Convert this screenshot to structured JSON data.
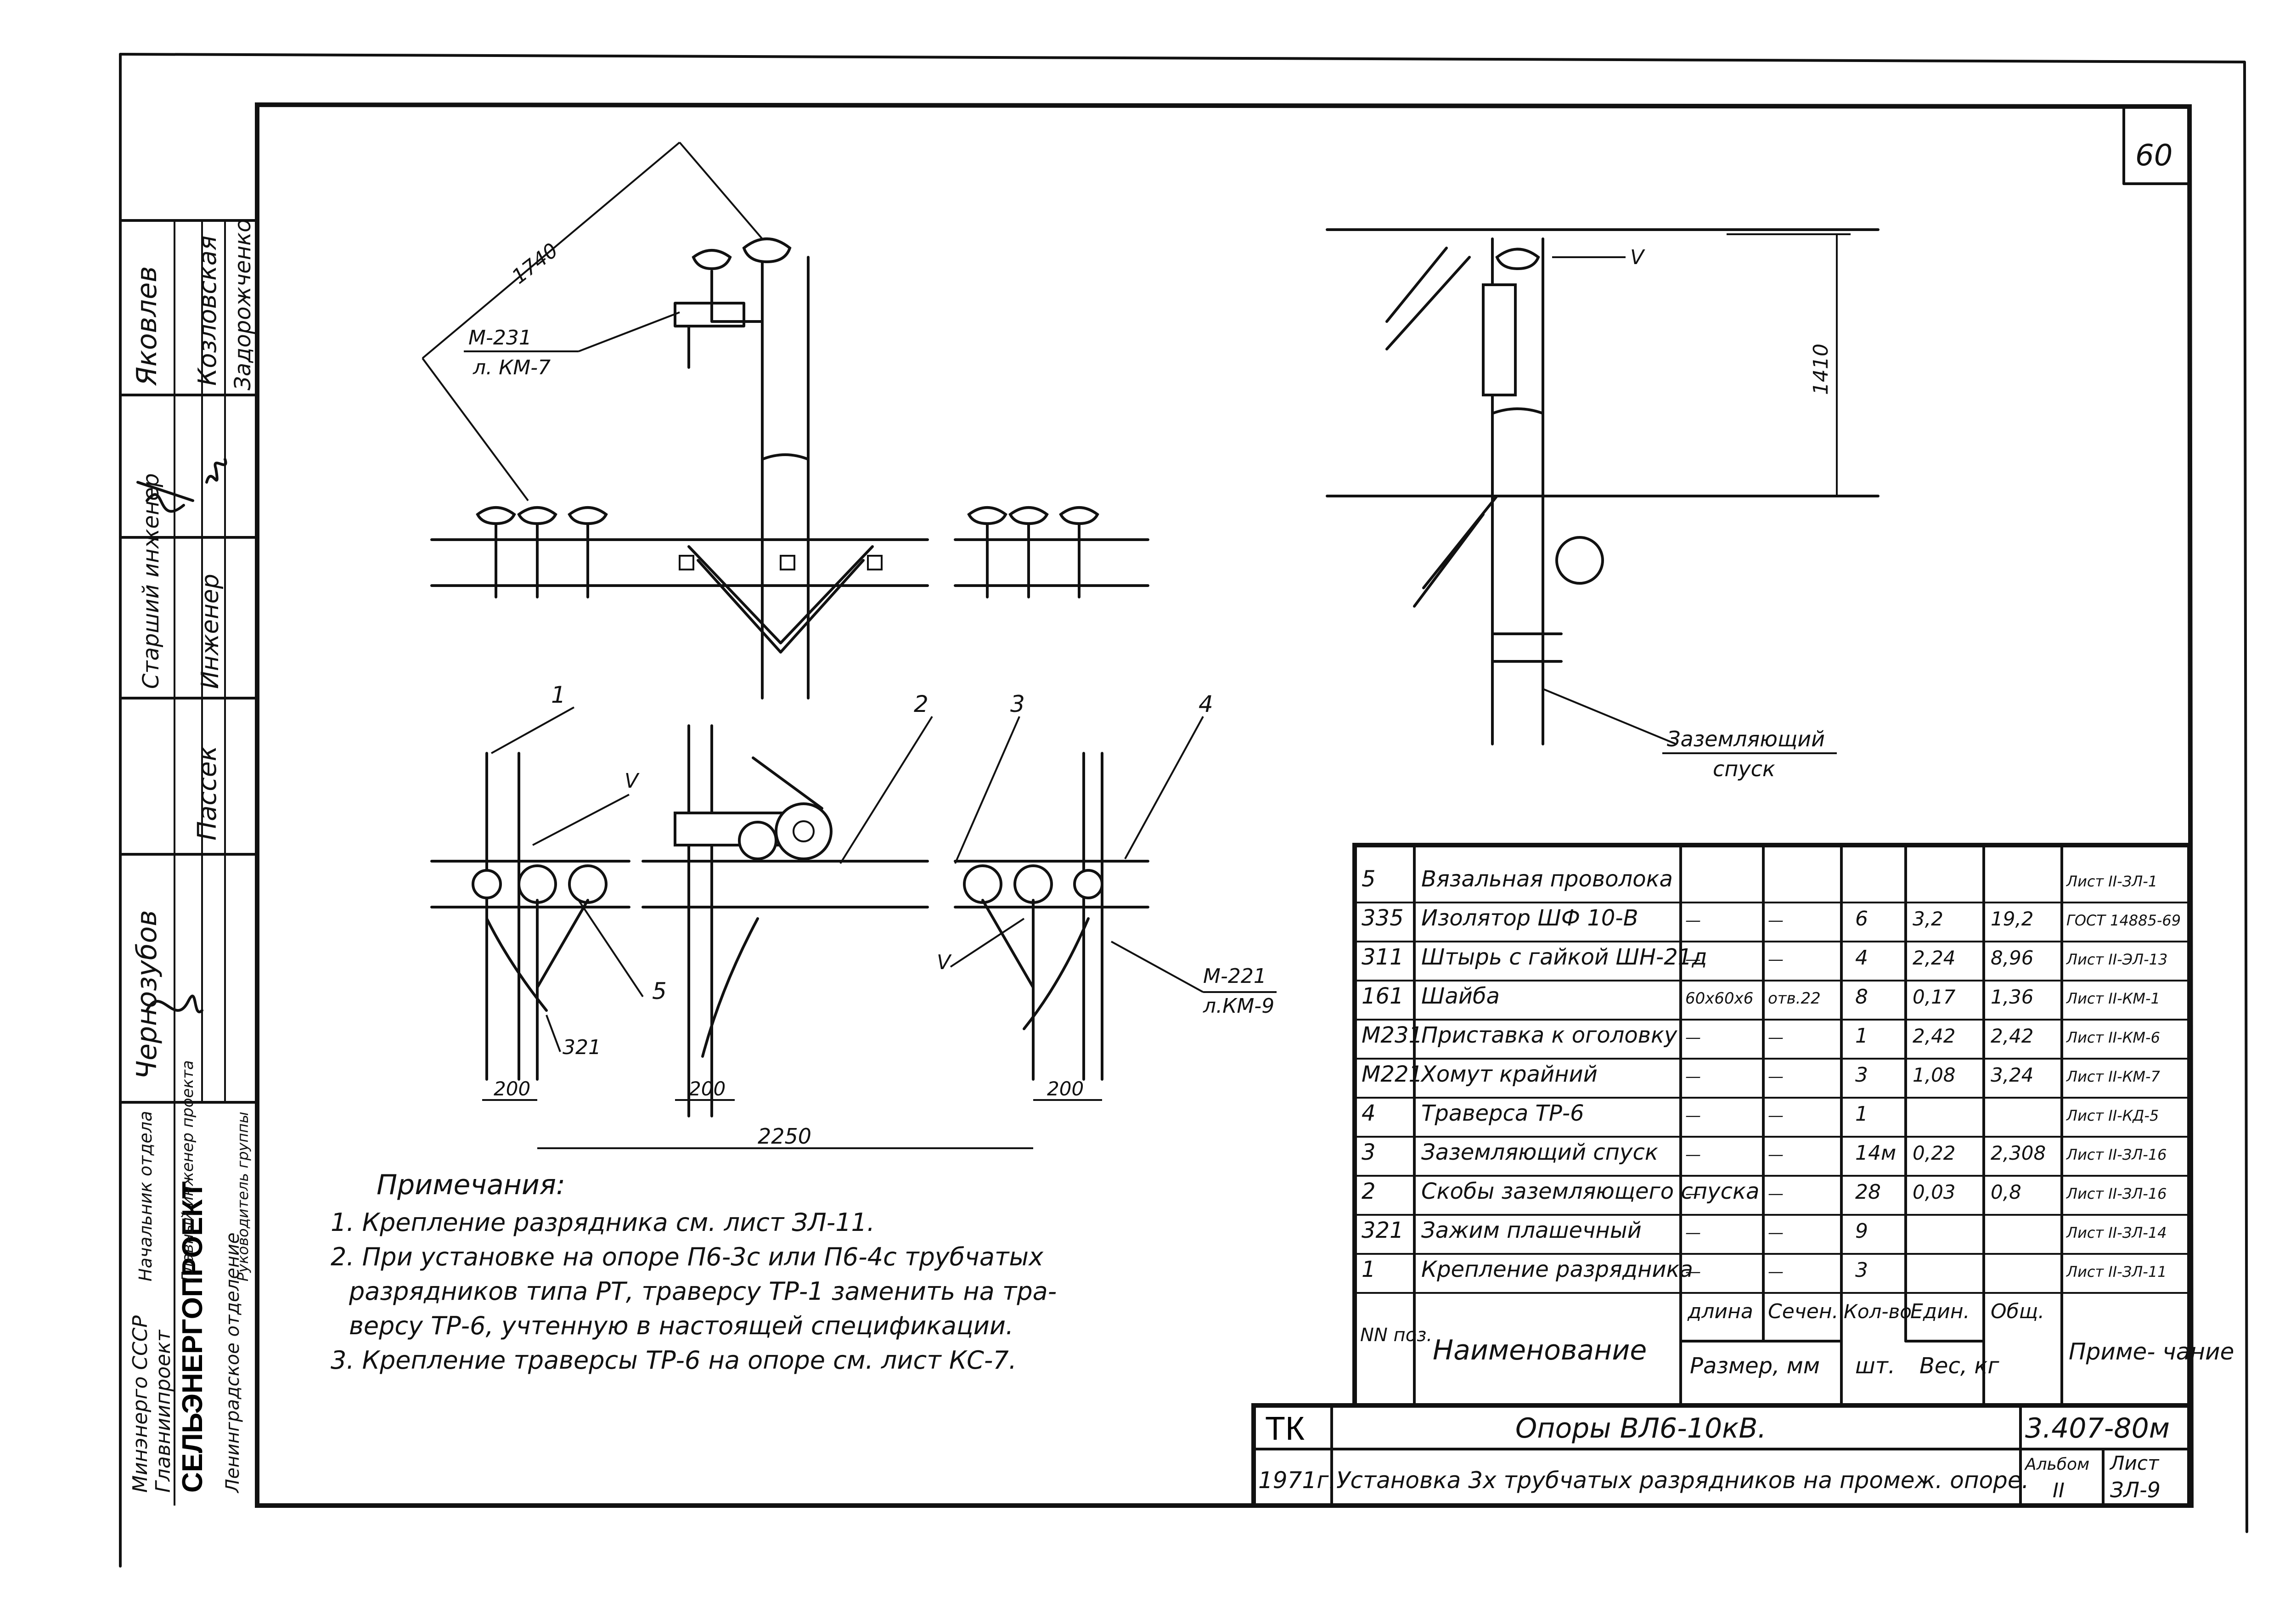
{
  "sheet": {
    "page_number": "60"
  },
  "sidebar": {
    "org_lines": [
      "Минэнерго СССР",
      "Главниипроект",
      "СЕЛЬЭНЕРГОПРОЕКТ",
      "Ленинградское отделение"
    ],
    "roles": [
      {
        "role": "Начальник отдела",
        "name": "Чернозубов"
      },
      {
        "role": "Главный инженер проекта",
        "name": "Пассек"
      },
      {
        "role": "Старший инженер",
        "name": "Яковлев"
      },
      {
        "role": "Инженер",
        "name": "Козловская"
      },
      {
        "role": "Руководитель группы",
        "name": "Задорожченко"
      }
    ]
  },
  "dims": {
    "d1740": "1740",
    "d1410": "1410",
    "d200a": "200",
    "d200b": "200",
    "d200c": "200",
    "d2250": "2250"
  },
  "labels": {
    "m231": "М-231",
    "km7": "л. КМ-7",
    "m221": "М-221",
    "km9": "л.КМ-9",
    "v1": "V",
    "v2": "V",
    "v3": "V",
    "c1": "1",
    "c2": "2",
    "c3": "3",
    "c4": "4",
    "c5": "5",
    "c321": "321",
    "ground1": "Заземляющий",
    "ground2": "спуск"
  },
  "notes": {
    "title": "Примечания:",
    "lines": [
      "1. Крепление разрядника см. лист ЗЛ-11.",
      "2. При установке на опоре П6-3с или П6-4с трубчатых",
      "разрядников типа РТ, траверсу ТР-1 заменить на тра-",
      "версу ТР-6, учтенную в настоящей спецификации.",
      "3. Крепление траверсы ТР-6 на опоре см. лист КС-7."
    ]
  },
  "spec": {
    "rows": [
      {
        "pos": "5",
        "name": "Вязальная проволока",
        "length": "",
        "section": "",
        "qty": "",
        "unit": "",
        "total": "",
        "note": "Лист II-ЗЛ-1"
      },
      {
        "pos": "335",
        "name": "Изолятор ШФ 10-В",
        "length": "—",
        "section": "—",
        "qty": "6",
        "unit": "3,2",
        "total": "19,2",
        "note": "ГОСТ 14885-69"
      },
      {
        "pos": "311",
        "name": "Штырь с гайкой ШН-21д",
        "length": "—",
        "section": "—",
        "qty": "4",
        "unit": "2,24",
        "total": "8,96",
        "note": "Лист II-ЭЛ-13"
      },
      {
        "pos": "161",
        "name": "Шайба",
        "length": "60х60х6",
        "section": "отв.22",
        "qty": "8",
        "unit": "0,17",
        "total": "1,36",
        "note": "Лист II-КМ-1"
      },
      {
        "pos": "М231",
        "name": "Приставка к оголовку",
        "length": "—",
        "section": "—",
        "qty": "1",
        "unit": "2,42",
        "total": "2,42",
        "note": "Лист II-КМ-6"
      },
      {
        "pos": "М221",
        "name": "Хомут крайний",
        "length": "—",
        "section": "—",
        "qty": "3",
        "unit": "1,08",
        "total": "3,24",
        "note": "Лист II-КМ-7"
      },
      {
        "pos": "4",
        "name": "Траверса ТР-6",
        "length": "—",
        "section": "—",
        "qty": "1",
        "unit": "",
        "total": "",
        "note": "Лист II-КД-5"
      },
      {
        "pos": "3",
        "name": "Заземляющий спуск",
        "length": "—",
        "section": "—",
        "qty": "14м",
        "unit": "0,22",
        "total": "2,308",
        "note": "Лист II-ЗЛ-16"
      },
      {
        "pos": "2",
        "name": "Скобы заземляющего спуска",
        "length": "—",
        "section": "—",
        "qty": "28",
        "unit": "0,03",
        "total": "0,8",
        "note": "Лист II-ЗЛ-16"
      },
      {
        "pos": "321",
        "name": "Зажим плашечный",
        "length": "—",
        "section": "—",
        "qty": "9",
        "unit": "",
        "total": "",
        "note": "Лист II-ЗЛ-14"
      },
      {
        "pos": "1",
        "name": "Крепление разрядника",
        "length": "—",
        "section": "—",
        "qty": "3",
        "unit": "",
        "total": "",
        "note": "Лист II-ЗЛ-11"
      }
    ],
    "header": {
      "pos": "NN поз.",
      "name": "Наименование",
      "length": "длина",
      "section": "Сечен.",
      "qty": "Кол-во",
      "unit": "Един.",
      "total": "Общ.",
      "size": "Размер, мм",
      "pcs": "шт.",
      "weight": "Вес, кг",
      "note": "Приме- чание"
    }
  },
  "title_block": {
    "code": "ТК",
    "year": "1971г.",
    "title": "Опоры ВЛ6-10кВ.",
    "subtitle": "Установка 3х трубчатых разрядников на промеж. опоре.",
    "doc_number": "3.407-80м",
    "album_label": "Альбом",
    "album": "II",
    "sheet_label": "Лист",
    "sheet": "ЗЛ-9"
  }
}
